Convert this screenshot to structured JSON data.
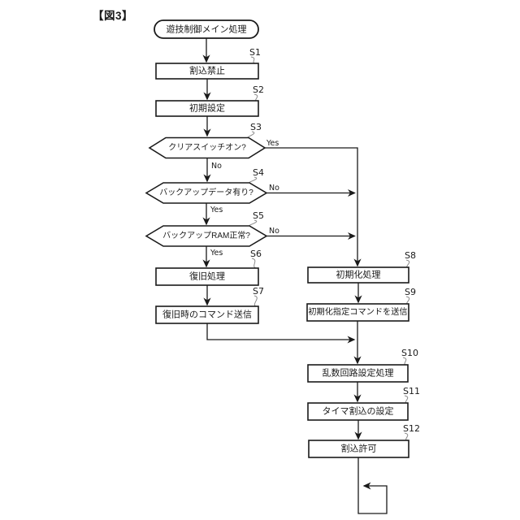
{
  "figure_label": "【図3】",
  "flowchart": {
    "start_label": "遊技制御メイン処理",
    "branch": {
      "yes": "Yes",
      "no": "No"
    },
    "steps": {
      "s1": {
        "id": "S1",
        "label": "割込禁止"
      },
      "s2": {
        "id": "S2",
        "label": "初期設定"
      },
      "s3": {
        "id": "S3",
        "label": "クリアスイッチオン?"
      },
      "s4": {
        "id": "S4",
        "label": "バックアップデータ有り?"
      },
      "s5": {
        "id": "S5",
        "label": "バックアップRAM正常?"
      },
      "s6": {
        "id": "S6",
        "label": "復旧処理"
      },
      "s7": {
        "id": "S7",
        "label": "復旧時のコマンド送信"
      },
      "s8": {
        "id": "S8",
        "label": "初期化処理"
      },
      "s9": {
        "id": "S9",
        "label": "初期化指定コマンドを送信"
      },
      "s10": {
        "id": "S10",
        "label": "乱数回路設定処理"
      },
      "s11": {
        "id": "S11",
        "label": "タイマ割込の設定"
      },
      "s12": {
        "id": "S12",
        "label": "割込許可"
      }
    }
  },
  "colors": {
    "ink": "#1a1a1a",
    "background": "#ffffff",
    "leader": "#8a8a8a"
  }
}
